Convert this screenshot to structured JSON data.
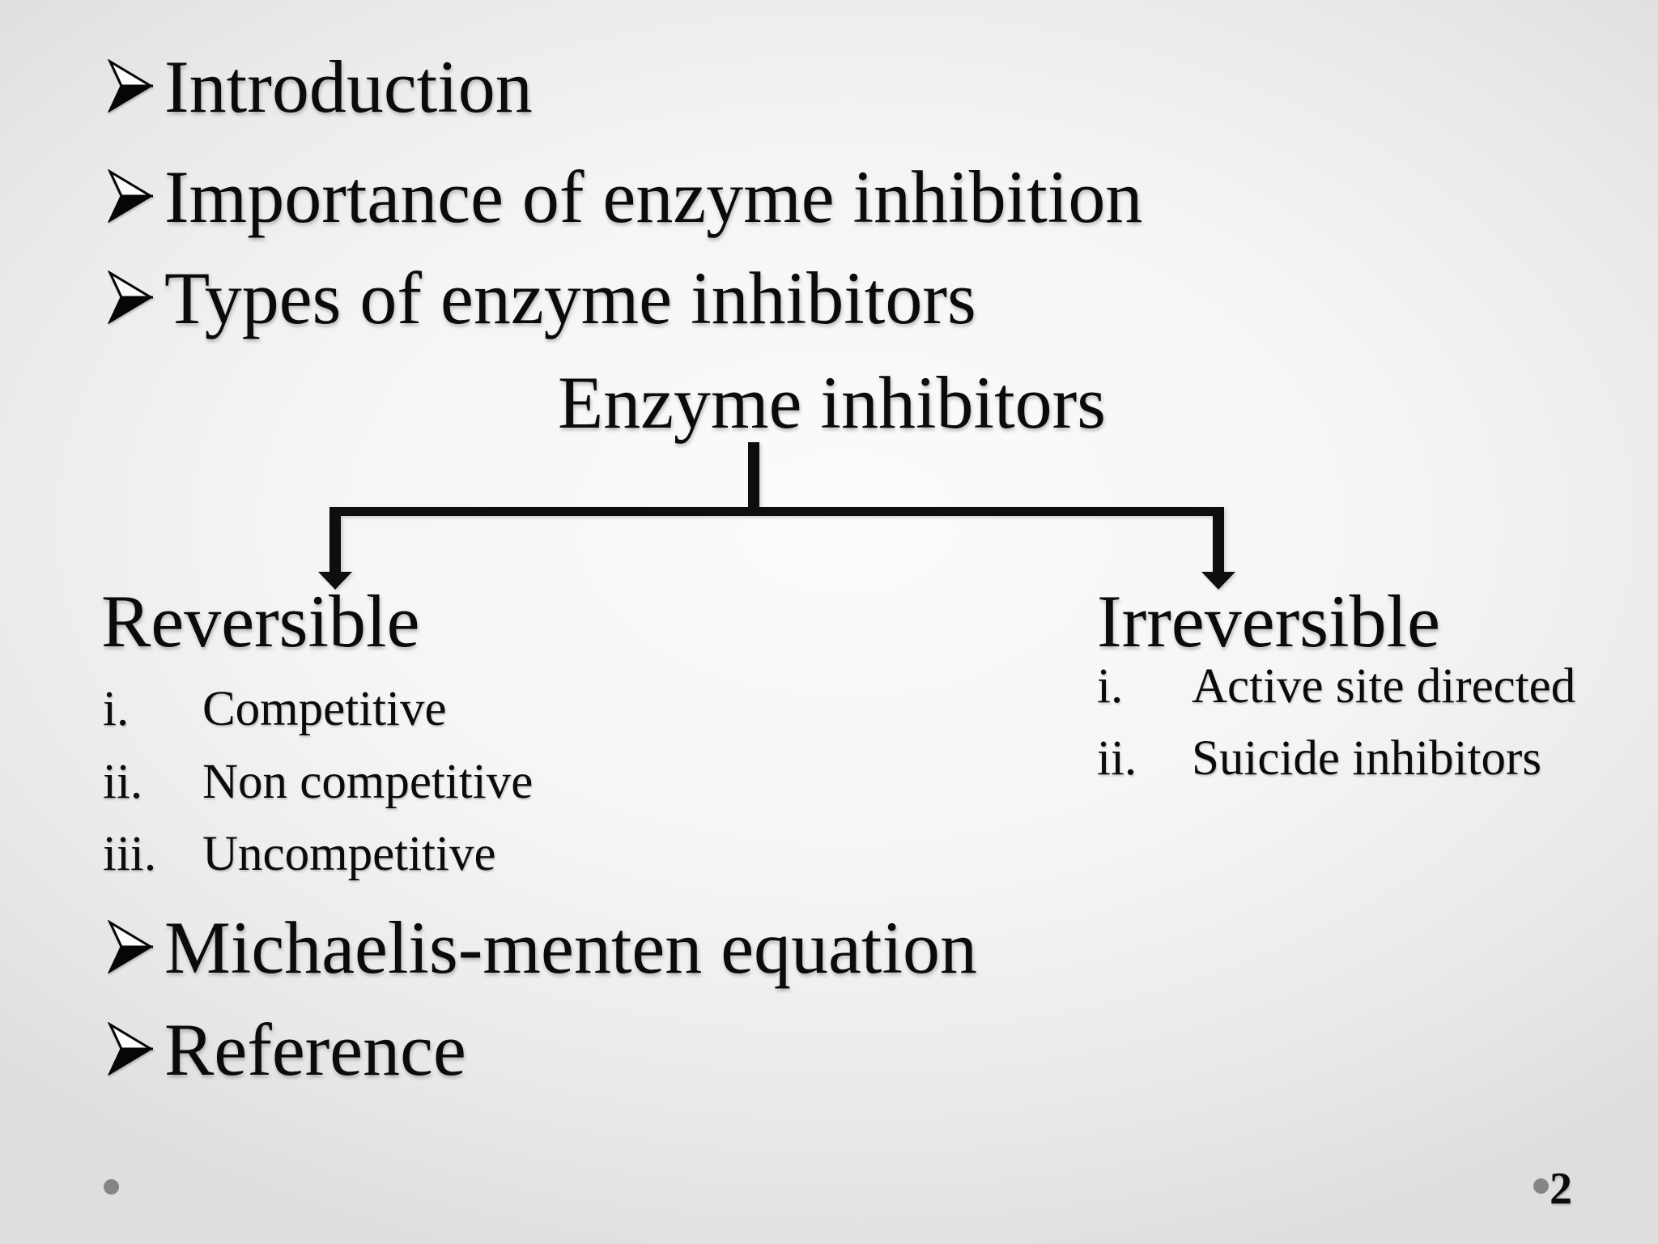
{
  "slide": {
    "page_number": "2",
    "outline": {
      "item1": "Introduction",
      "item2": "Importance of enzyme inhibition",
      "item3": "Types of enzyme inhibitors",
      "item4": "Michaelis-menten equation",
      "item5": "Reference"
    },
    "diagram": {
      "root_label": "Enzyme inhibitors",
      "left": {
        "title": "Reversible",
        "items": [
          {
            "numeral": "i.",
            "label": "Competitive"
          },
          {
            "numeral": "ii.",
            "label": "Non competitive"
          },
          {
            "numeral": "iii.",
            "label": "Uncompetitive"
          }
        ]
      },
      "right": {
        "title": "Irreversible",
        "items": [
          {
            "numeral": "i.",
            "label": "Active site directed"
          },
          {
            "numeral": "ii.",
            "label": "Suicide inhibitors"
          }
        ]
      }
    },
    "colors": {
      "text": "#0b0b0b",
      "connector": "#0e0e0e",
      "footer_dot": "#858585"
    }
  }
}
